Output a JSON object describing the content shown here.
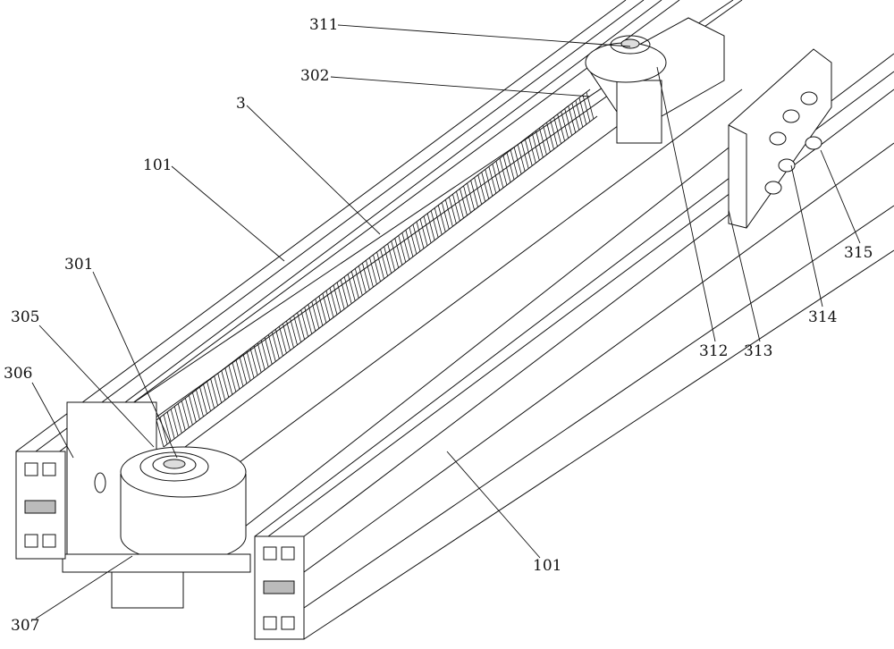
{
  "figure": {
    "labels": [
      {
        "id": "l311",
        "text": "311"
      },
      {
        "id": "l302",
        "text": "302"
      },
      {
        "id": "l3",
        "text": "3"
      },
      {
        "id": "l101a",
        "text": "101"
      },
      {
        "id": "l301",
        "text": "301"
      },
      {
        "id": "l305",
        "text": "305"
      },
      {
        "id": "l306",
        "text": "306"
      },
      {
        "id": "l312",
        "text": "312"
      },
      {
        "id": "l313",
        "text": "313"
      },
      {
        "id": "l314",
        "text": "314"
      },
      {
        "id": "l315",
        "text": "315"
      },
      {
        "id": "l101b",
        "text": "101"
      },
      {
        "id": "l307",
        "text": "307"
      }
    ]
  }
}
